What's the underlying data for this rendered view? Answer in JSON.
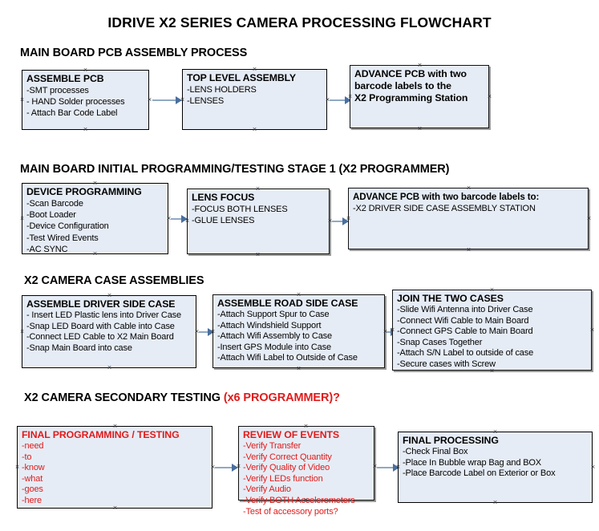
{
  "document": {
    "title": "IDRIVE X2  SERIES CAMERA PROCESSING FLOWCHART"
  },
  "sections": [
    {
      "id": "main-board-pcb-assembly",
      "heading": "MAIN BOARD PCB ASSEMBLY PROCESS",
      "heading_accent": "",
      "nodes": [
        {
          "id": "assemble-pcb",
          "title": "ASSEMBLE PCB",
          "lines": [
            "-SMT processes",
            "- HAND Solder processes",
            "- Attach Bar Code Label"
          ]
        },
        {
          "id": "top-level-assembly",
          "title": "TOP LEVEL ASSEMBLY",
          "lines": [
            "-LENS HOLDERS",
            "-LENSES"
          ]
        },
        {
          "id": "advance-pcb-to-x2-programming-station",
          "title": "ADVANCE PCB with two",
          "lines": [
            "barcode labels to the",
            " X2 Programming Station"
          ]
        }
      ]
    },
    {
      "id": "main-board-initial-programming",
      "heading": "MAIN BOARD INITIAL PROGRAMMING/TESTING STAGE 1 (X2 PROGRAMMER)",
      "heading_accent": "",
      "nodes": [
        {
          "id": "device-programming",
          "title": "DEVICE PROGRAMMING",
          "lines": [
            "-Scan Barcode",
            "-Boot Loader",
            "-Device Configuration",
            "-Test Wired Events",
            "-AC SYNC"
          ]
        },
        {
          "id": "lens-focus",
          "title": "LENS FOCUS",
          "lines": [
            "-FOCUS BOTH LENSES",
            "-GLUE LENSES"
          ]
        },
        {
          "id": "advance-pcb-to-driver-side-case-station",
          "title": "ADVANCE PCB with two barcode labels to:",
          "lines": [
            "-X2 DRIVER  SIDE  CASE  ASSEMBLY STATION"
          ]
        }
      ]
    },
    {
      "id": "x2-camera-case-assemblies",
      "heading": "X2 CAMERA CASE ASSEMBLIES",
      "heading_accent": "",
      "nodes": [
        {
          "id": "assemble-driver-side-case",
          "title": "ASSEMBLE DRIVER SIDE CASE",
          "lines": [
            "- Insert LED Plastic lens into Driver Case",
            "-Snap LED Board with Cable into Case",
            "-Connect LED Cable to X2 Main Board",
            "-Snap Main Board into case"
          ]
        },
        {
          "id": "assemble-road-side-case",
          "title": "ASSEMBLE ROAD SIDE CASE",
          "lines": [
            "-Attach Support Spur to Case",
            "-Attach Windshield Support",
            "-Attach Wifi Assembly to Case",
            "-Insert GPS Module into Case",
            "-Attach Wifi Label to Outside of Case"
          ]
        },
        {
          "id": "join-the-two-cases",
          "title": "JOIN THE TWO CASES",
          "lines": [
            "-Slide Wifi Antenna into Driver Case",
            "-Connect Wifi Cable to Main Board",
            "-Connect GPS Cable to Main Board",
            "-Snap Cases Together",
            "-Attach S/N Label to outside of case",
            "-Secure cases with Screw"
          ]
        }
      ]
    },
    {
      "id": "x2-camera-secondary-testing",
      "heading": "X2 CAMERA SECONDARY TESTING ",
      "heading_accent": "(x6 PROGRAMMER)?",
      "nodes": [
        {
          "id": "final-programming-testing",
          "title": "FINAL PROGRAMMING / TESTING",
          "lines": [
            "-need",
            "-to",
            "-know",
            "-what",
            "-goes",
            "-here"
          ]
        },
        {
          "id": "review-of-events",
          "title": "REVIEW OF EVENTS",
          "lines": [
            "-Verify Transfer",
            "-Verify Correct Quantity",
            "-Verify Quality of Video",
            "-Verify LEDs function",
            "-Verify Audio",
            "-Verify BOTH Accelerometers",
            "-Test of accessory ports?"
          ]
        },
        {
          "id": "final-processing",
          "title": "FINAL PROCESSING",
          "lines": [
            " -Check Final Box",
            "-Place In Bubble wrap Bag and BOX",
            "-Place Barcode Label on Exterior or Box"
          ]
        }
      ]
    }
  ],
  "colors": {
    "node_fill": "#e6ecf5",
    "node_border": "#000000",
    "connector": "#8fa9c4",
    "arrowhead": "#4a6f9e",
    "accent_red": "#e01b1b",
    "text": "#000000"
  }
}
